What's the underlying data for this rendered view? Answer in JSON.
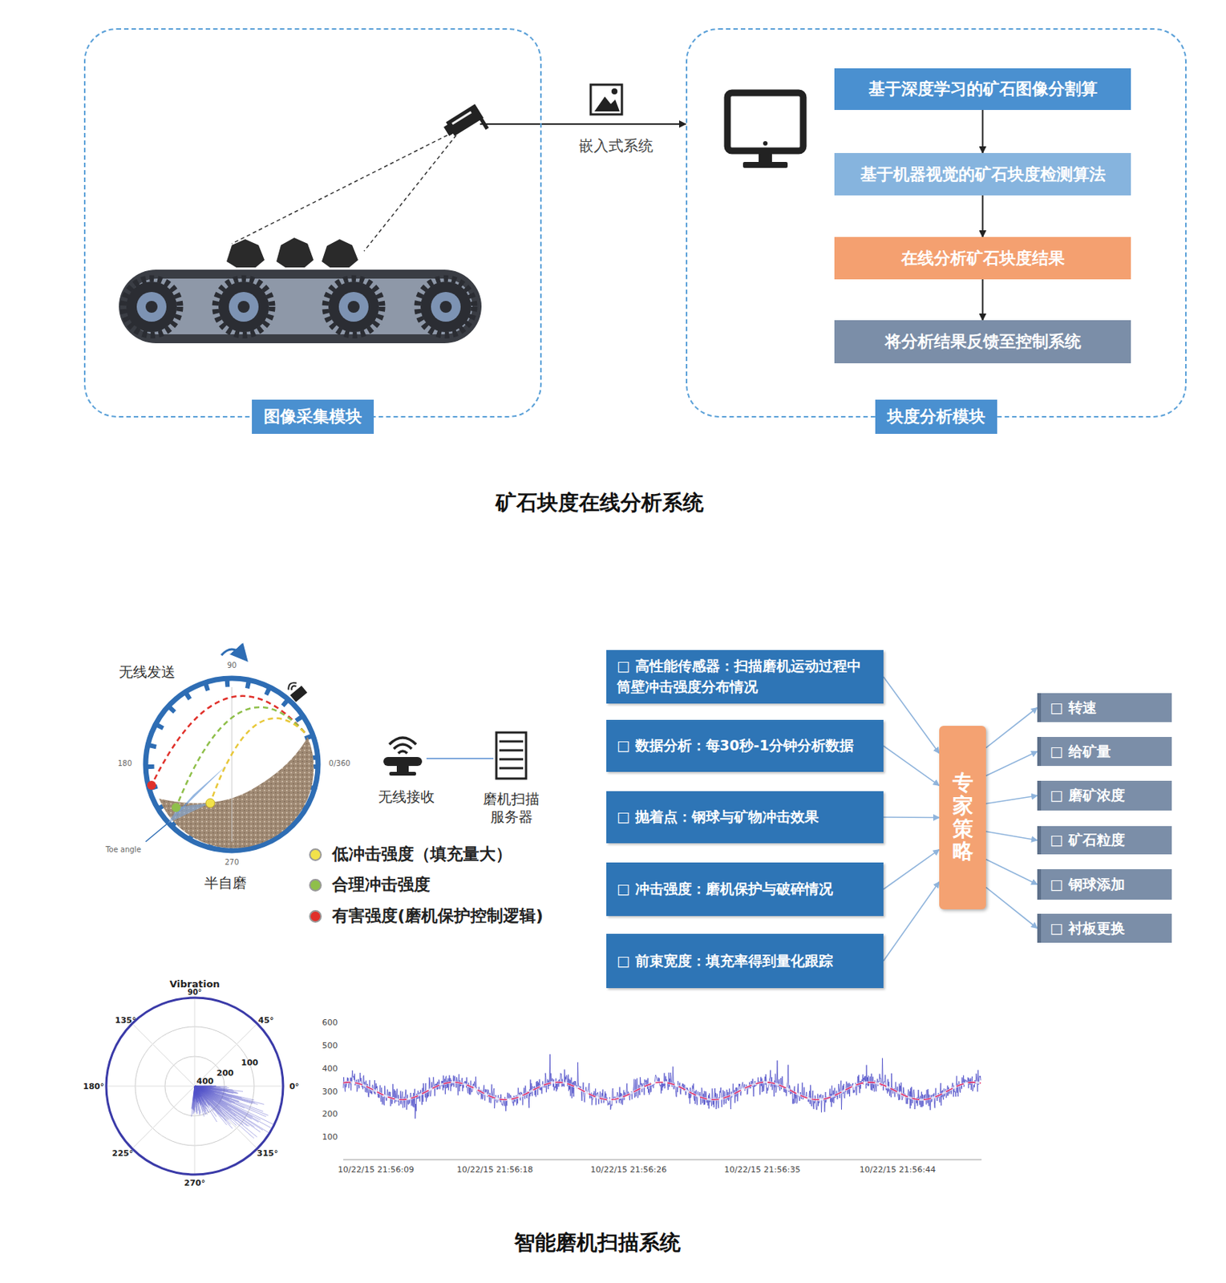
{
  "diagram": {
    "nodes": [
      {
        "text": [
          "图像采集模块"
        ]
      },
      {
        "text": [
          "块度分析模块"
        ]
      },
      {
        "text": [
          "基于深度学习的矿石图像分割算"
        ],
        "in": 1
      },
      {
        "text": [
          "基于机器视觉的矿石块度检测算法"
        ],
        "in": 1
      },
      {
        "text": [
          "在线分析矿石块度结果"
        ],
        "in": 1
      },
      {
        "text": [
          "将分析结果反馈至控制系统"
        ],
        "in": 1
      },
      {
        "text": [
          "□ 高性能传感器：扫描磨机运动过程中筒壁冲击强度分布情况"
        ]
      },
      {
        "text": [
          "□ 数据分析：每30秒-1分钟分析数据"
        ]
      },
      {
        "text": [
          "□ 抛着点：钢球与矿物冲击效果"
        ]
      },
      {
        "text": [
          "□ 冲击强度：磨机保护与破碎情况"
        ]
      },
      {
        "text": [
          "□ 前束宽度：填充率得到量化跟踪"
        ]
      },
      {
        "text": [
          "专家策略"
        ]
      },
      {
        "text": [
          "□ 转速"
        ]
      },
      {
        "text": [
          "□ 给矿量"
        ]
      },
      {
        "text": [
          "□ 磨矿浓度"
        ]
      },
      {
        "text": [
          "□ 矿石粒度"
        ]
      },
      {
        "text": [
          "□ 钢球添加"
        ]
      },
      {
        "text": [
          "□ 衬板更换"
        ]
      }
    ],
    "edges": [
      {
        "from": 0,
        "to": 1,
        "label": "嵌入式系统",
        "arrow": "to"
      },
      {
        "from": 2,
        "to": 3,
        "arrow": "to"
      },
      {
        "from": 3,
        "to": 4,
        "arrow": "to"
      },
      {
        "from": 4,
        "to": 5,
        "arrow": "to"
      },
      {
        "from": 6,
        "to": 11,
        "arrow": "to"
      },
      {
        "from": 7,
        "to": 11,
        "arrow": "to"
      },
      {
        "from": 8,
        "to": 11,
        "arrow": "to"
      },
      {
        "from": 9,
        "to": 11,
        "arrow": "to"
      },
      {
        "from": 10,
        "to": 11,
        "arrow": "to"
      },
      {
        "from": 11,
        "to": 12,
        "arrow": "to"
      },
      {
        "from": 11,
        "to": 13,
        "arrow": "to"
      },
      {
        "from": 11,
        "to": 14,
        "arrow": "to"
      },
      {
        "from": 11,
        "to": 15,
        "arrow": "to"
      },
      {
        "from": 11,
        "to": 16,
        "arrow": "to"
      },
      {
        "from": 11,
        "to": 17,
        "arrow": "to"
      }
    ],
    "labels": [
      "矿石块度在线分析系统",
      "无线发送",
      "90",
      "180",
      "0/360",
      "Toe angle",
      "270",
      "半自磨",
      "无线接收",
      "磨机扫描服务器",
      "Vibration",
      "90°",
      "135°",
      "45°",
      "180°",
      "0°",
      "225°",
      "315°",
      "270°",
      "400",
      "200",
      "100",
      "600",
      "500",
      "400",
      "300",
      "200",
      "100",
      "10/22/15 21:56:09",
      "10/22/15 21:56:18",
      "10/22/15 21:56:26",
      "10/22/15 21:56:35",
      "10/22/15 21:56:44",
      "智能磨机扫描系统"
    ],
    "legend": [
      {
        "text": "低冲击强度（填充量大）",
        "color": "#f2e24a"
      },
      {
        "text": "合理冲击强度",
        "color": "#8fbf4a"
      },
      {
        "text": "有害强度(磨机保护控制逻辑)",
        "color": "#e0302a"
      }
    ]
  }
}
